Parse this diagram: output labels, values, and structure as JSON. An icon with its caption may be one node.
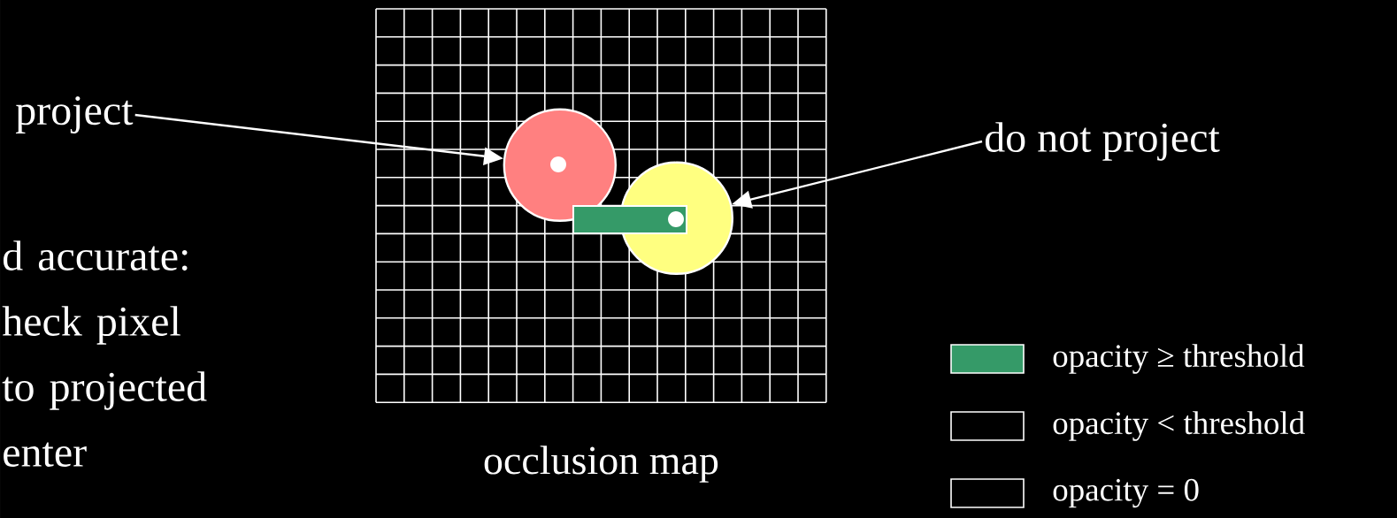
{
  "diagram": {
    "nodes": [
      {
        "text": [
          "project"
        ]
      },
      {
        "text": [
          "occlusion map"
        ]
      },
      {
        "text": [],
        "shape": "circle",
        "in": 1
      },
      {
        "text": [],
        "shape": "circle",
        "in": 1
      },
      {
        "text": [
          "do not project"
        ]
      }
    ],
    "edges": [
      {
        "from": 0,
        "to": 2,
        "arrow": "to"
      },
      {
        "from": 4,
        "to": 3,
        "arrow": "to"
      }
    ],
    "labels": [
      "d accurate: heck pixel to projected enter"
    ],
    "legend": [
      {
        "text": "opacity ≥ threshold",
        "color": "#359a68"
      },
      {
        "text": "opacity < threshold"
      },
      {
        "text": "opacity = 0"
      }
    ]
  }
}
